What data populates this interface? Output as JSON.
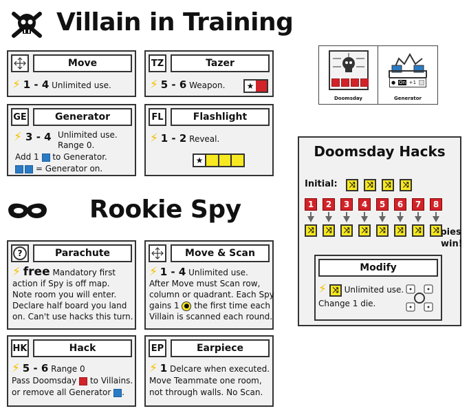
{
  "villain": {
    "title": "Villain in Training"
  },
  "spy": {
    "title": "Rookie Spy"
  },
  "cards": {
    "move": {
      "code": "",
      "title": "Move",
      "range": "1 - 4",
      "text": "Unlimited use.",
      "icon": "move-arrows-icon"
    },
    "tazer": {
      "code": "TZ",
      "title": "Tazer",
      "range": "5 - 6",
      "text": "Weapon."
    },
    "generator": {
      "code": "GE",
      "title": "Generator",
      "range": "3 - 4",
      "text1": "Unlimited use.",
      "text2": "Range 0.",
      "text3a": "Add 1",
      "text3b": "to Generator.",
      "text4": "= Generator on."
    },
    "flashlight": {
      "code": "FL",
      "title": "Flashlight",
      "range": "1 - 2",
      "text": "Reveal."
    },
    "parachute": {
      "code": "?",
      "title": "Parachute",
      "range": "free",
      "line1": "Mandatory first",
      "line2": "action if Spy is off map.",
      "line3": "Note room you will enter.",
      "line4": "Declare half board you land",
      "line5": "on.  Can't use hacks this turn."
    },
    "move_scan": {
      "code": "",
      "title": "Move & Scan",
      "range": "1 - 4",
      "text": "Unlimited use.",
      "line2": "After Move must Scan row,",
      "line3": "column or quadrant. Each Spy",
      "line4a": "gains 1",
      "line4b": "the first time each",
      "line5": "Villain is scanned each round."
    },
    "hack": {
      "code": "HK",
      "title": "Hack",
      "range": "5 - 6",
      "text": "Range 0",
      "line2a": "Pass Doomsday",
      "line2b": "to Villains.",
      "line3a": "or remove all Generator",
      "line3b": "."
    },
    "earpiece": {
      "code": "EP",
      "title": "Earpiece",
      "range": "1",
      "text": "Delcare when executed.",
      "line2": "Move Teammate one room,",
      "line3": "not through walls. No Scan."
    }
  },
  "legend": {
    "doomsday": "Doomsday",
    "generator": "Generator",
    "on": "On",
    "plus": "+1"
  },
  "hacks": {
    "title": "Doomsday Hacks",
    "initial": "Initial:",
    "numbers": [
      "1",
      "2",
      "3",
      "4",
      "5",
      "6",
      "7",
      "8"
    ],
    "spies": "Spies",
    "win": "win!",
    "modify_title": "Modify",
    "modify_text1": "Unlimited use.",
    "modify_text2": "Change 1 die."
  },
  "colors": {
    "yellow": "#f7e820",
    "red": "#d1232a",
    "blue": "#2a7bc4",
    "bolt": "#f2c200"
  }
}
